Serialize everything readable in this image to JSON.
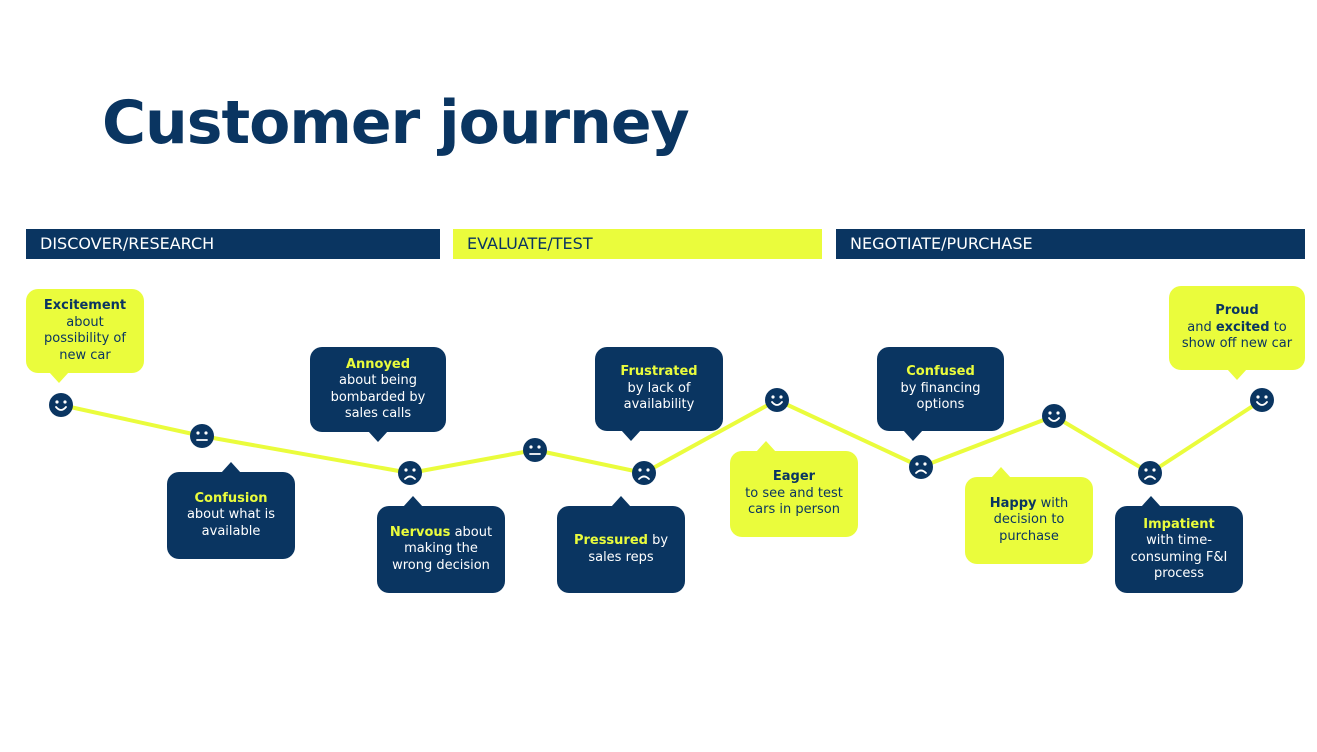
{
  "title": "Customer journey",
  "stages": [
    {
      "label": "DISCOVER/RESEARCH"
    },
    {
      "label": "EVALUATE/TEST"
    },
    {
      "label": "NEGOTIATE/PURCHASE"
    }
  ],
  "moods": [
    "happy",
    "neutral",
    "sad",
    "neutral",
    "sad",
    "happy",
    "sad",
    "happy",
    "sad",
    "happy"
  ],
  "callouts": [
    {
      "bold": "Excitement",
      "rest": "about possibility of new car"
    },
    {
      "bold": "Confusion",
      "rest": "about what is available"
    },
    {
      "bold": "Annoyed",
      "rest": "about being bombarded by sales calls"
    },
    {
      "bold": "Nervous",
      "rest": "about making the wrong decision"
    },
    {
      "bold": "Frustrated",
      "rest": "by lack of availability"
    },
    {
      "bold": "Pressured",
      "rest": "by sales reps"
    },
    {
      "bold": "Eager",
      "rest": "to see and test cars in person"
    },
    {
      "bold": "Confused",
      "rest": "by financing options"
    },
    {
      "bold": "Happy",
      "rest": "with decision to purchase"
    },
    {
      "bold": "Impatient",
      "rest": "with time-consuming F&I process"
    },
    {
      "bold": "Proud",
      "rest_a": "and",
      "bold_b": "excited",
      "rest_b": "to show off new car"
    }
  ],
  "colors": {
    "navy": "#0a3561",
    "accent": "#eafc3c"
  }
}
